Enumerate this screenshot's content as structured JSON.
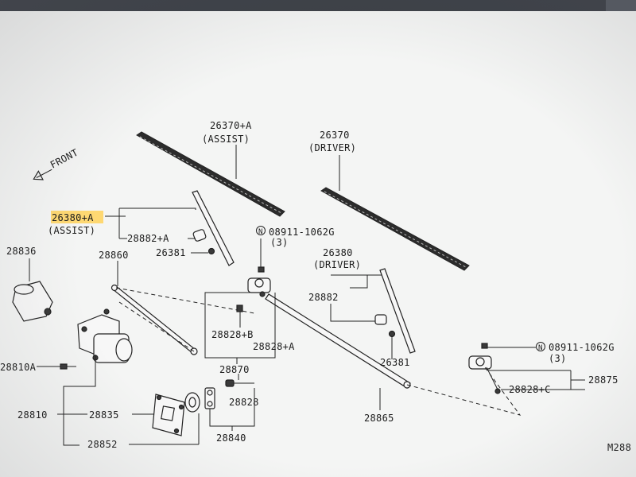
{
  "labels": {
    "front": "FRONT",
    "p26370a": "26370+A",
    "assist1": "(ASSIST)",
    "p26370": "26370",
    "driver1": "(DRIVER)",
    "p26380a": "26380+A",
    "assist2": "(ASSIST)",
    "p28882a": "28882+A",
    "p26381a": "26381",
    "p08911a": "08911-1062G",
    "qty3a": "(3)",
    "p28836": "28836",
    "p28860": "28860",
    "p26380": "26380",
    "driver2": "(DRIVER)",
    "p28882": "28882",
    "p28828b": "28828+B",
    "p28828a": "28828+A",
    "p26381b": "26381",
    "p08911b": "08911-1062G",
    "qty3b": "(3)",
    "p28810a": "28810A",
    "p28870": "28870",
    "p28875": "28875",
    "p28828c": "28828+C",
    "p28810": "28810",
    "p28835": "28835",
    "p28828": "28828",
    "p28865": "28865",
    "p28852": "28852",
    "p28840": "28840",
    "ref": "M288"
  },
  "colors": {
    "highlight": "#ffd25a",
    "ink": "#1b1b1b",
    "paper": "#f4f5f4"
  }
}
